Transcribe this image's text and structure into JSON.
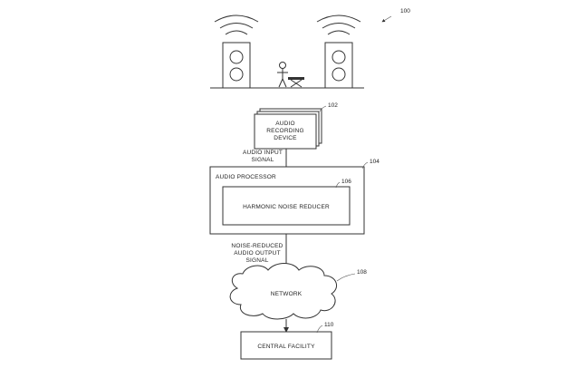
{
  "figure": {
    "ref_overall": "100",
    "nodes": {
      "recording_device": {
        "line1": "AUDIO",
        "line2": "RECORDING",
        "line3": "DEVICE",
        "ref": "102"
      },
      "audio_processor": {
        "label": "AUDIO PROCESSOR",
        "ref": "104"
      },
      "noise_reducer": {
        "label": "HARMONIC NOISE REDUCER",
        "ref": "106"
      },
      "network": {
        "label": "NETWORK",
        "ref": "108"
      },
      "central_facility": {
        "label": "CENTRAL FACILITY",
        "ref": "110"
      }
    },
    "edges": {
      "input_signal": {
        "line1": "AUDIO INPUT",
        "line2": "SIGNAL"
      },
      "output_signal": {
        "line1": "NOISE-REDUCED",
        "line2": "AUDIO OUTPUT",
        "line3": "SIGNAL"
      }
    }
  }
}
